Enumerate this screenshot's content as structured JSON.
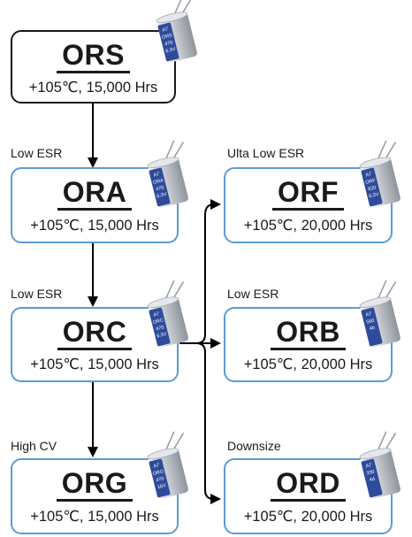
{
  "nodes": {
    "ors": {
      "name": "ORS",
      "spec": "+105℃, 15,000 Hrs",
      "cap_label": [
        "A7",
        "ORS",
        "470",
        "6.3V"
      ]
    },
    "ora": {
      "caption": "Low ESR",
      "name": "ORA",
      "spec": "+105℃, 15,000 Hrs",
      "cap_label": [
        "A7",
        "ORA",
        "470",
        "6.3V"
      ]
    },
    "orc": {
      "caption": "Low ESR",
      "name": "ORC",
      "spec": "+105℃, 15,000 Hrs",
      "cap_label": [
        "A7",
        "ORC",
        "470",
        "6.3V"
      ]
    },
    "org": {
      "caption": "High CV",
      "name": "ORG",
      "spec": "+105℃, 15,000 Hrs",
      "cap_label": [
        "A7",
        "ORG",
        "470",
        "16V"
      ]
    },
    "orf": {
      "caption": "Ulta Low ESR",
      "name": "ORF",
      "spec": "+105℃, 20,000 Hrs",
      "cap_label": [
        "A7",
        "ORF",
        "820",
        "6.3V"
      ]
    },
    "orb": {
      "caption": "Low ESR",
      "name": "ORB",
      "spec": "+105℃, 20,000 Hrs",
      "cap_label": [
        "A7",
        "560",
        "4b"
      ]
    },
    "ord": {
      "caption": "Downsize",
      "name": "ORD",
      "spec": "+105℃, 20,000 Hrs",
      "cap_label": [
        "A7",
        "330",
        "4d"
      ]
    }
  },
  "colors": {
    "box_border": "#5b9bd5",
    "first_box_border": "#1a1a1a",
    "capacitor_sleeve": "#2e4b9b",
    "capacitor_body": "#c9ccd1",
    "arrow": "#000000"
  },
  "icons": {
    "capacitor": "capacitor-icon"
  }
}
